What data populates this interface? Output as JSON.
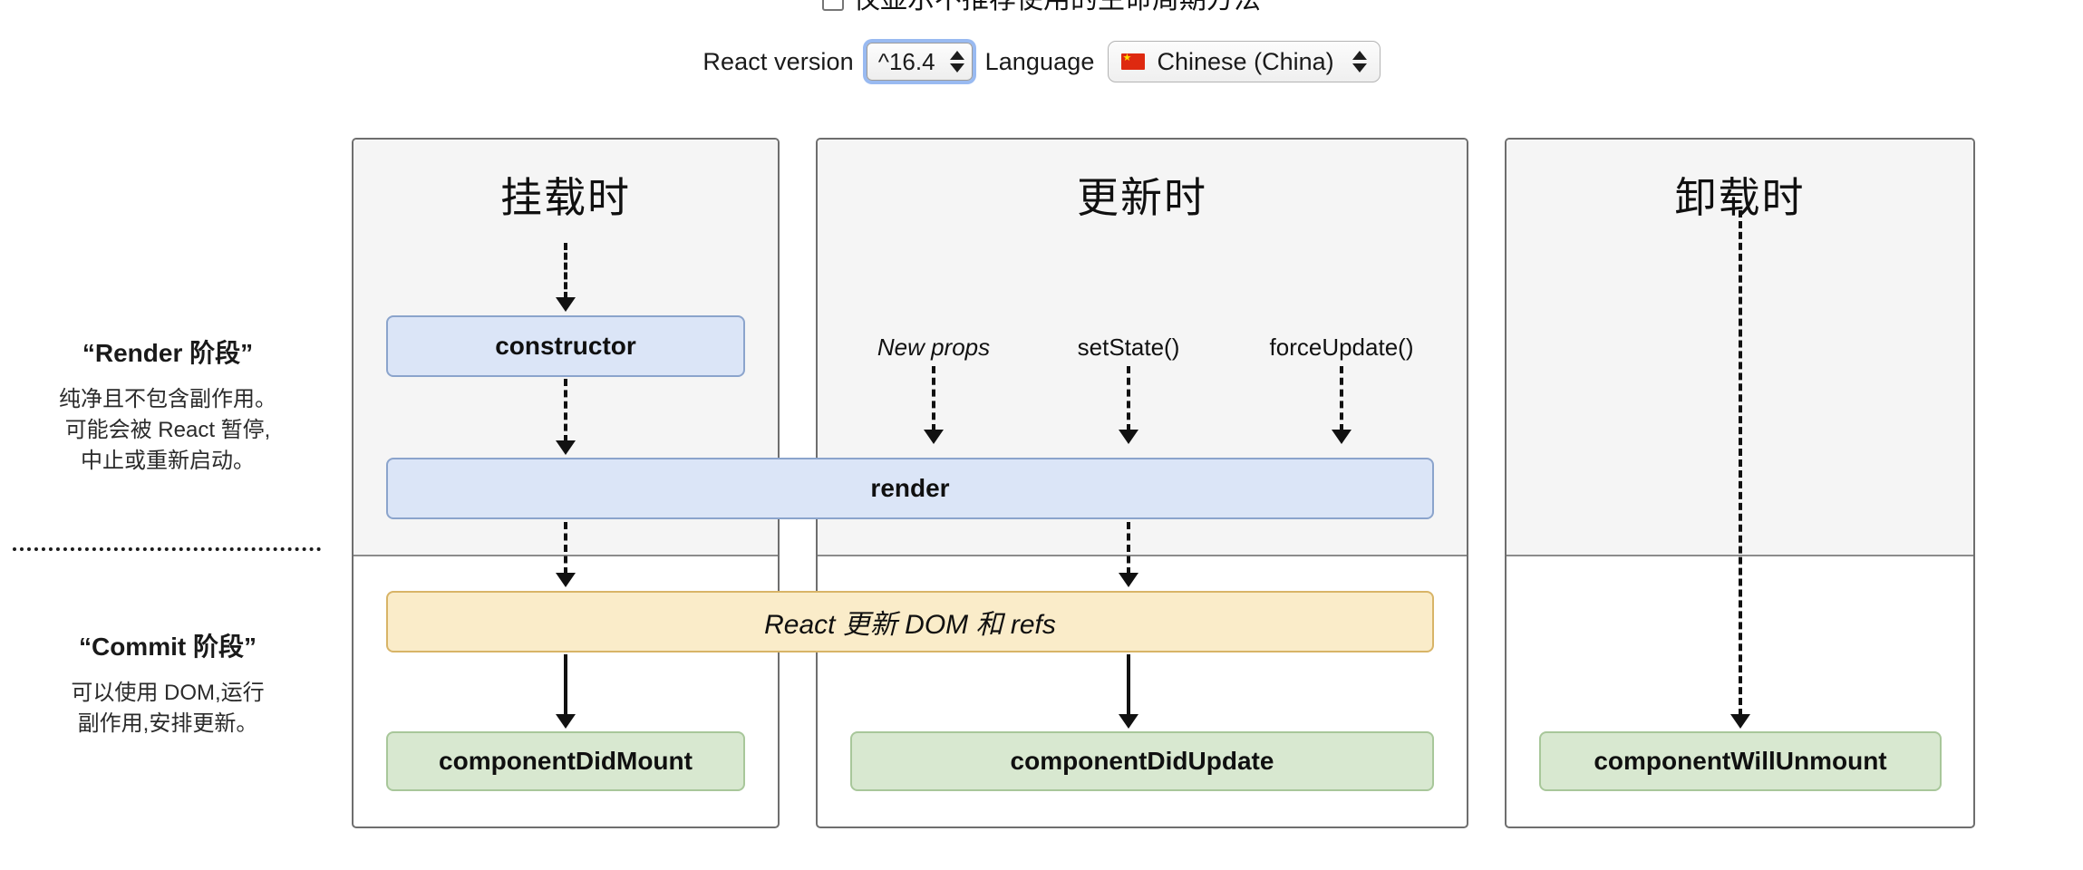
{
  "header": {
    "checkbox_label": "仅显示不推荐使用的生命周期方法"
  },
  "controls": {
    "react_version_label": "React version",
    "react_version_value": "^16.4",
    "language_label": "Language",
    "language_value": "Chinese (China)",
    "flag_icon": "cn-flag-icon",
    "stepper_up_icon": "triangle-up-icon",
    "stepper_down_icon": "triangle-down-icon"
  },
  "legend": {
    "render_phase": {
      "title": "“Render 阶段”",
      "lines": [
        "纯净且不包含副作用。",
        "可能会被 React 暂停,",
        "中止或重新启动。"
      ]
    },
    "commit_phase": {
      "title": "“Commit 阶段”",
      "lines": [
        "可以使用 DOM,运行",
        "副作用,安排更新。"
      ]
    }
  },
  "columns": [
    {
      "id": "mounting",
      "title": "挂载时"
    },
    {
      "id": "updating",
      "title": "更新时"
    },
    {
      "id": "unmounting",
      "title": "卸载时"
    }
  ],
  "triggers": [
    {
      "label": "New props",
      "style": "italic"
    },
    {
      "label": "setState()",
      "style": "normal"
    },
    {
      "label": "forceUpdate()",
      "style": "normal"
    }
  ],
  "boxes": {
    "constructor": "constructor",
    "render": "render",
    "commit_dom": "React 更新 DOM 和 refs",
    "did_mount": "componentDidMount",
    "did_update": "componentDidUpdate",
    "will_unmount": "componentWillUnmount"
  },
  "colors": {
    "render_box_bg": "#dbe5f7",
    "render_box_border": "#8ba4cc",
    "commit_box_bg": "#faecc9",
    "commit_box_border": "#d8b467",
    "lifecycle_box_bg": "#d8e8d0",
    "lifecycle_box_border": "#a8c79a",
    "panel_border": "#6e6e6e",
    "panel_upper_bg": "#f5f5f5",
    "focus_ring": "#4682e6"
  }
}
